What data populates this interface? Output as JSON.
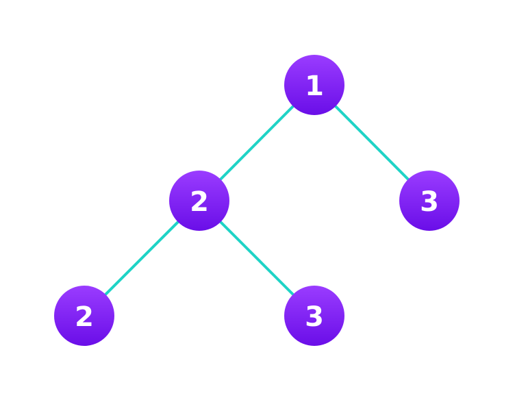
{
  "colors": {
    "edge": "#1fd3c6",
    "node_top": "#9a3cff",
    "node_bottom": "#6a0ee8",
    "label": "#ffffff",
    "background": "#ffffff"
  },
  "nodes": [
    {
      "id": "root",
      "label": "1"
    },
    {
      "id": "left",
      "label": "2"
    },
    {
      "id": "right",
      "label": "3"
    },
    {
      "id": "left-left",
      "label": "2"
    },
    {
      "id": "left-right",
      "label": "3"
    }
  ],
  "edges": [
    {
      "from": "root",
      "to": "left"
    },
    {
      "from": "root",
      "to": "right"
    },
    {
      "from": "left",
      "to": "left-left"
    },
    {
      "from": "left",
      "to": "left-right"
    }
  ]
}
